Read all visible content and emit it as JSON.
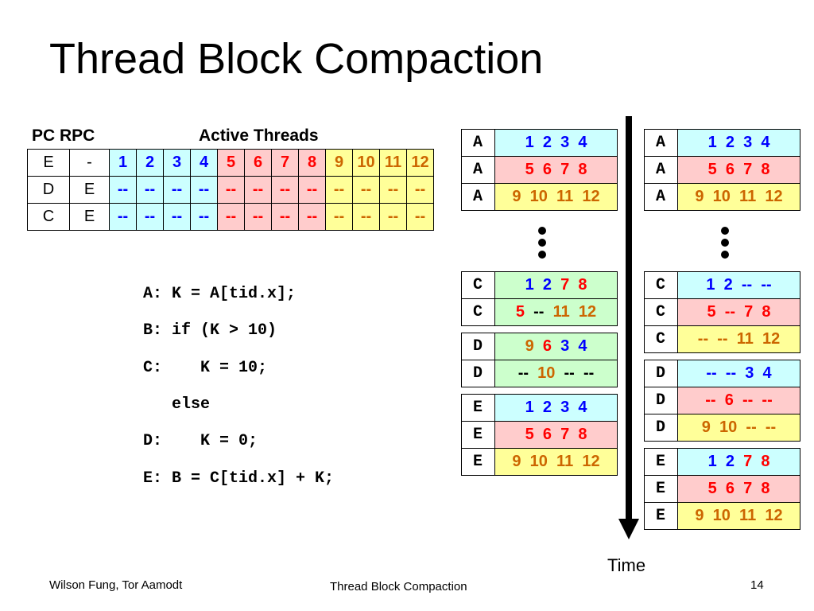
{
  "slide": {
    "title": "Thread Block Compaction",
    "headers": {
      "pc_rpc": "PC RPC",
      "active_threads": "Active Threads"
    },
    "stack": [
      {
        "pc": "E",
        "rpc": "-",
        "threads": [
          "1",
          "2",
          "3",
          "4",
          "5",
          "6",
          "7",
          "8",
          "9",
          "10",
          "11",
          "12"
        ]
      },
      {
        "pc": "D",
        "rpc": "E",
        "threads": [
          "--",
          "--",
          "--",
          "--",
          "--",
          "--",
          "--",
          "--",
          "--",
          "--",
          "--",
          "--"
        ]
      },
      {
        "pc": "C",
        "rpc": "E",
        "threads": [
          "--",
          "--",
          "--",
          "--",
          "--",
          "--",
          "--",
          "--",
          "--",
          "--",
          "--",
          "--"
        ]
      }
    ],
    "code": [
      "A: K = A[tid.x];",
      "B: if (K > 10)",
      "C:    K = 10;",
      "   else",
      "D:    K = 0;",
      "E: B = C[tid.x] + K;"
    ],
    "time_label": "Time",
    "footer": {
      "authors": "Wilson Fung, Tor Aamodt",
      "center": "Thread Block Compaction",
      "page": "14"
    },
    "colors": {
      "group1": "#0000ff",
      "group2": "#ff0000",
      "group3": "#cc6600",
      "row1_bg": "#ccffff",
      "row2_bg": "#ffcccc",
      "row3_bg": "#ffff99",
      "mixed_bg": "#ccffcc"
    }
  },
  "left": {
    "A": [
      {
        "pc": "A",
        "cells": [
          {
            "v": "1",
            "c": "b"
          },
          {
            "v": "2",
            "c": "b"
          },
          {
            "v": "3",
            "c": "b"
          },
          {
            "v": "4",
            "c": "b"
          }
        ]
      },
      {
        "pc": "A",
        "cells": [
          {
            "v": "5",
            "c": "r"
          },
          {
            "v": "6",
            "c": "r"
          },
          {
            "v": "7",
            "c": "r"
          },
          {
            "v": "8",
            "c": "r"
          }
        ]
      },
      {
        "pc": "A",
        "cells": [
          {
            "v": "9",
            "c": "o"
          },
          {
            "v": "10",
            "c": "o"
          },
          {
            "v": "11",
            "c": "o"
          },
          {
            "v": "12",
            "c": "o"
          }
        ]
      }
    ],
    "C": [
      {
        "pc": "C",
        "cells": [
          {
            "v": "1",
            "c": "b"
          },
          {
            "v": "2",
            "c": "b"
          },
          {
            "v": "7",
            "c": "r"
          },
          {
            "v": "8",
            "c": "r"
          }
        ]
      },
      {
        "pc": "C",
        "cells": [
          {
            "v": "5",
            "c": "r"
          },
          {
            "v": "--",
            "c": "k"
          },
          {
            "v": "11",
            "c": "o"
          },
          {
            "v": "12",
            "c": "o"
          }
        ]
      }
    ],
    "D": [
      {
        "pc": "D",
        "cells": [
          {
            "v": "9",
            "c": "o"
          },
          {
            "v": "6",
            "c": "r"
          },
          {
            "v": "3",
            "c": "b"
          },
          {
            "v": "4",
            "c": "b"
          }
        ]
      },
      {
        "pc": "D",
        "cells": [
          {
            "v": "--",
            "c": "k"
          },
          {
            "v": "10",
            "c": "o"
          },
          {
            "v": "--",
            "c": "k"
          },
          {
            "v": "--",
            "c": "k"
          }
        ]
      }
    ],
    "E": [
      {
        "pc": "E",
        "cells": [
          {
            "v": "1",
            "c": "b"
          },
          {
            "v": "2",
            "c": "b"
          },
          {
            "v": "3",
            "c": "b"
          },
          {
            "v": "4",
            "c": "b"
          }
        ]
      },
      {
        "pc": "E",
        "cells": [
          {
            "v": "5",
            "c": "r"
          },
          {
            "v": "6",
            "c": "r"
          },
          {
            "v": "7",
            "c": "r"
          },
          {
            "v": "8",
            "c": "r"
          }
        ]
      },
      {
        "pc": "E",
        "cells": [
          {
            "v": "9",
            "c": "o"
          },
          {
            "v": "10",
            "c": "o"
          },
          {
            "v": "11",
            "c": "o"
          },
          {
            "v": "12",
            "c": "o"
          }
        ]
      }
    ]
  },
  "right": {
    "A": [
      {
        "pc": "A",
        "cells": [
          {
            "v": "1",
            "c": "b"
          },
          {
            "v": "2",
            "c": "b"
          },
          {
            "v": "3",
            "c": "b"
          },
          {
            "v": "4",
            "c": "b"
          }
        ]
      },
      {
        "pc": "A",
        "cells": [
          {
            "v": "5",
            "c": "r"
          },
          {
            "v": "6",
            "c": "r"
          },
          {
            "v": "7",
            "c": "r"
          },
          {
            "v": "8",
            "c": "r"
          }
        ]
      },
      {
        "pc": "A",
        "cells": [
          {
            "v": "9",
            "c": "o"
          },
          {
            "v": "10",
            "c": "o"
          },
          {
            "v": "11",
            "c": "o"
          },
          {
            "v": "12",
            "c": "o"
          }
        ]
      }
    ],
    "C": [
      {
        "pc": "C",
        "cells": [
          {
            "v": "1",
            "c": "b"
          },
          {
            "v": "2",
            "c": "b"
          },
          {
            "v": "--",
            "c": "b"
          },
          {
            "v": "--",
            "c": "b"
          }
        ]
      },
      {
        "pc": "C",
        "cells": [
          {
            "v": "5",
            "c": "r"
          },
          {
            "v": "--",
            "c": "r"
          },
          {
            "v": "7",
            "c": "r"
          },
          {
            "v": "8",
            "c": "r"
          }
        ]
      },
      {
        "pc": "C",
        "cells": [
          {
            "v": "--",
            "c": "o"
          },
          {
            "v": "--",
            "c": "o"
          },
          {
            "v": "11",
            "c": "o"
          },
          {
            "v": "12",
            "c": "o"
          }
        ]
      }
    ],
    "D": [
      {
        "pc": "D",
        "cells": [
          {
            "v": "--",
            "c": "b"
          },
          {
            "v": "--",
            "c": "b"
          },
          {
            "v": "3",
            "c": "b"
          },
          {
            "v": "4",
            "c": "b"
          }
        ]
      },
      {
        "pc": "D",
        "cells": [
          {
            "v": "--",
            "c": "r"
          },
          {
            "v": "6",
            "c": "r"
          },
          {
            "v": "--",
            "c": "r"
          },
          {
            "v": "--",
            "c": "r"
          }
        ]
      },
      {
        "pc": "D",
        "cells": [
          {
            "v": "9",
            "c": "o"
          },
          {
            "v": "10",
            "c": "o"
          },
          {
            "v": "--",
            "c": "o"
          },
          {
            "v": "--",
            "c": "o"
          }
        ]
      }
    ],
    "E": [
      {
        "pc": "E",
        "cells": [
          {
            "v": "1",
            "c": "b"
          },
          {
            "v": "2",
            "c": "b"
          },
          {
            "v": "7",
            "c": "r"
          },
          {
            "v": "8",
            "c": "r"
          }
        ]
      },
      {
        "pc": "E",
        "cells": [
          {
            "v": "5",
            "c": "r"
          },
          {
            "v": "6",
            "c": "r"
          },
          {
            "v": "7",
            "c": "r"
          },
          {
            "v": "8",
            "c": "r"
          }
        ]
      },
      {
        "pc": "E",
        "cells": [
          {
            "v": "9",
            "c": "o"
          },
          {
            "v": "10",
            "c": "o"
          },
          {
            "v": "11",
            "c": "o"
          },
          {
            "v": "12",
            "c": "o"
          }
        ]
      }
    ]
  }
}
